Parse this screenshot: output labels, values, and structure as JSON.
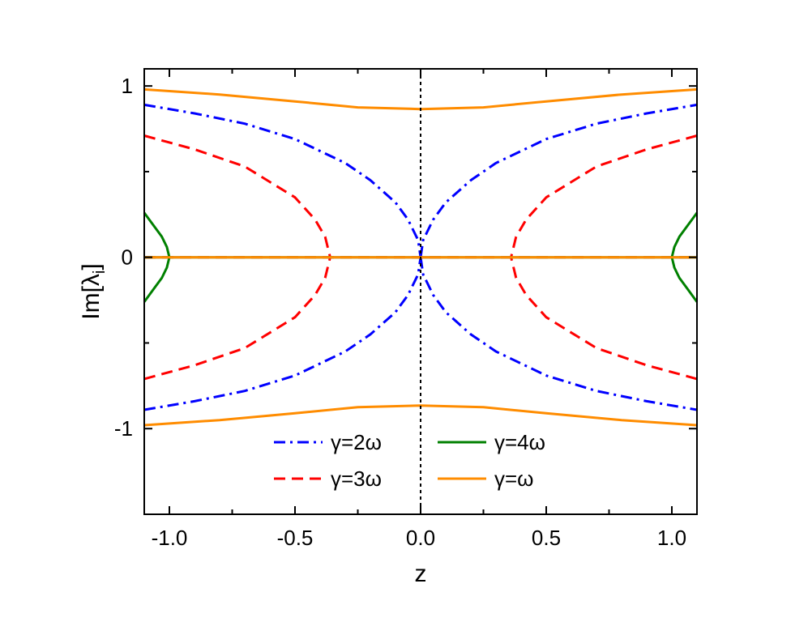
{
  "chart_data": {
    "type": "line",
    "xlabel": "z",
    "ylabel_main": "Im[λ",
    "ylabel_sub": "i",
    "ylabel_close": "]",
    "xlim": [
      -1.1,
      1.1
    ],
    "ylim": [
      -1.5,
      1.1
    ],
    "xticks": [
      -1.0,
      -0.5,
      0.0,
      0.5,
      1.0
    ],
    "xtick_labels": [
      "-1.0",
      "-0.5",
      "0.0",
      "0.5",
      "1.0"
    ],
    "yticks": [
      -1,
      0,
      1
    ],
    "ytick_labels": [
      "-1",
      "0",
      "1"
    ],
    "grid": false,
    "vertical_reference_line_x": 0.0,
    "legend_position": "bottom-center",
    "series": [
      {
        "name": "γ=2ω",
        "color": "#0000ff",
        "style": "dash-dot",
        "branches": [
          {
            "x": [
              -1.1,
              -0.9,
              -0.7,
              -0.5,
              -0.3,
              -0.2,
              -0.1,
              -0.05,
              -0.01,
              0.0
            ],
            "y": [
              0.89,
              0.84,
              0.78,
              0.69,
              0.55,
              0.45,
              0.32,
              0.22,
              0.1,
              0.0
            ]
          },
          {
            "x": [
              0.0,
              0.01,
              0.05,
              0.1,
              0.2,
              0.3,
              0.5,
              0.7,
              0.9,
              1.1
            ],
            "y": [
              0.0,
              0.1,
              0.22,
              0.32,
              0.45,
              0.55,
              0.69,
              0.78,
              0.84,
              0.89
            ]
          },
          {
            "x": [
              -1.1,
              -0.9,
              -0.7,
              -0.5,
              -0.3,
              -0.2,
              -0.1,
              -0.05,
              -0.01,
              0.0
            ],
            "y": [
              -0.89,
              -0.84,
              -0.78,
              -0.69,
              -0.55,
              -0.45,
              -0.32,
              -0.22,
              -0.1,
              0.0
            ]
          },
          {
            "x": [
              0.0,
              0.01,
              0.05,
              0.1,
              0.2,
              0.3,
              0.5,
              0.7,
              0.9,
              1.1
            ],
            "y": [
              0.0,
              -0.1,
              -0.22,
              -0.32,
              -0.45,
              -0.55,
              -0.69,
              -0.78,
              -0.84,
              -0.89
            ]
          }
        ]
      },
      {
        "name": "γ=3ω",
        "color": "#ff0000",
        "style": "dashed",
        "branches": [
          {
            "x": [
              -1.1,
              -0.9,
              -0.7,
              -0.5,
              -0.42,
              -0.38,
              -0.36
            ],
            "y": [
              0.71,
              0.63,
              0.53,
              0.35,
              0.22,
              0.12,
              0.0
            ]
          },
          {
            "x": [
              -1.1,
              -0.9,
              -0.7,
              -0.5,
              -0.42,
              -0.38,
              -0.36
            ],
            "y": [
              -0.71,
              -0.63,
              -0.53,
              -0.35,
              -0.22,
              -0.12,
              0.0
            ]
          },
          {
            "x": [
              1.1,
              0.9,
              0.7,
              0.5,
              0.42,
              0.38,
              0.36
            ],
            "y": [
              0.71,
              0.63,
              0.53,
              0.35,
              0.22,
              0.12,
              0.0
            ]
          },
          {
            "x": [
              1.1,
              0.9,
              0.7,
              0.5,
              0.42,
              0.38,
              0.36
            ],
            "y": [
              -0.71,
              -0.63,
              -0.53,
              -0.35,
              -0.22,
              -0.12,
              0.0
            ]
          },
          {
            "x": [
              -1.1,
              1.1
            ],
            "y": [
              0.0,
              0.0
            ]
          }
        ]
      },
      {
        "name": "γ=4ω",
        "color": "#008000",
        "style": "solid",
        "branches": [
          {
            "x": [
              -1.1,
              -1.06,
              -1.03,
              -1.01,
              -1.0
            ],
            "y": [
              0.26,
              0.18,
              0.12,
              0.06,
              0.0
            ]
          },
          {
            "x": [
              -1.1,
              -1.06,
              -1.03,
              -1.01,
              -1.0
            ],
            "y": [
              -0.26,
              -0.18,
              -0.12,
              -0.06,
              0.0
            ]
          },
          {
            "x": [
              1.1,
              1.06,
              1.03,
              1.01,
              1.0
            ],
            "y": [
              0.26,
              0.18,
              0.12,
              0.06,
              0.0
            ]
          },
          {
            "x": [
              1.1,
              1.06,
              1.03,
              1.01,
              1.0
            ],
            "y": [
              -0.26,
              -0.18,
              -0.12,
              -0.06,
              0.0
            ]
          },
          {
            "x": [
              -1.1,
              1.1
            ],
            "y": [
              0.0,
              0.0
            ]
          }
        ]
      },
      {
        "name": "γ=ω",
        "color": "#ff8c00",
        "style": "solid",
        "branches": [
          {
            "x": [
              -1.1,
              -0.8,
              -0.5,
              -0.25,
              0.0,
              0.25,
              0.5,
              0.8,
              1.1
            ],
            "y": [
              0.98,
              0.95,
              0.91,
              0.875,
              0.865,
              0.875,
              0.91,
              0.95,
              0.98
            ]
          },
          {
            "x": [
              -1.1,
              -0.8,
              -0.5,
              -0.25,
              0.0,
              0.25,
              0.5,
              0.8,
              1.1
            ],
            "y": [
              -0.98,
              -0.95,
              -0.91,
              -0.875,
              -0.865,
              -0.875,
              -0.91,
              -0.95,
              -0.98
            ]
          },
          {
            "x": [
              -1.1,
              1.1
            ],
            "y": [
              0.0,
              0.0
            ]
          }
        ]
      }
    ],
    "legend": [
      {
        "series": 0,
        "col": 0,
        "row": 0
      },
      {
        "series": 2,
        "col": 1,
        "row": 0
      },
      {
        "series": 1,
        "col": 0,
        "row": 1
      },
      {
        "series": 3,
        "col": 1,
        "row": 1
      }
    ]
  }
}
